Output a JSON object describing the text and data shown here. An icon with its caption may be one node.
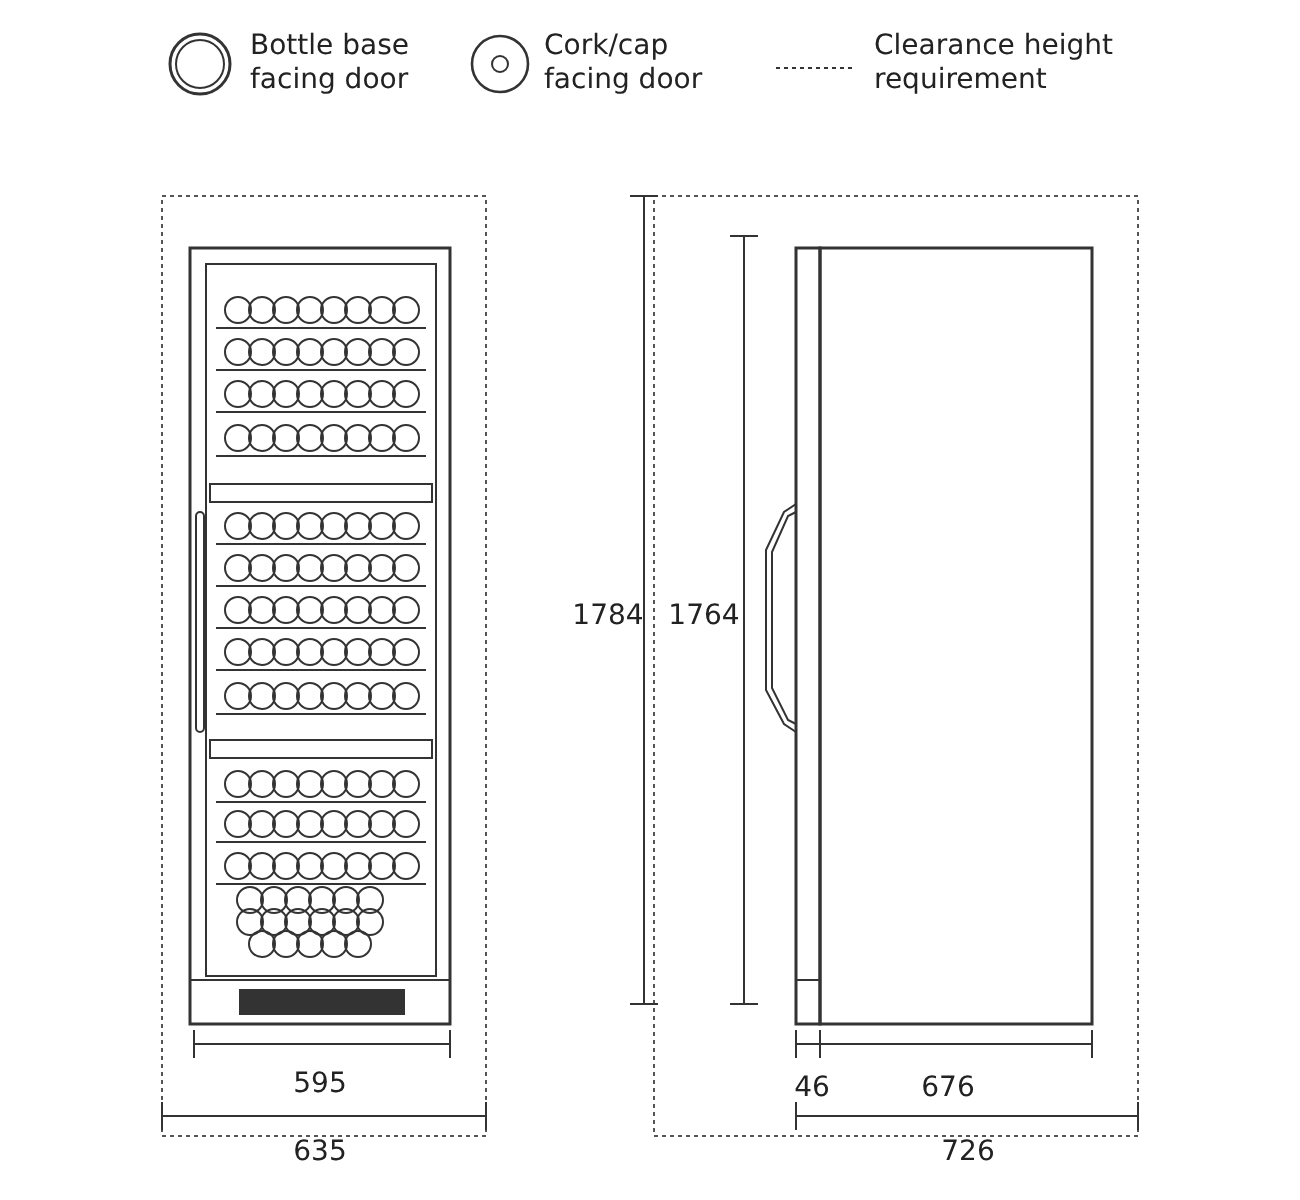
{
  "diagram": {
    "labels": [
      "1784",
      "1764",
      "595",
      "46",
      "676",
      "635",
      "726"
    ],
    "legend": [
      {
        "text": "Bottle base facing door"
      },
      {
        "text": "Cork/cap facing door"
      },
      {
        "text": "Clearance height requirement"
      }
    ]
  }
}
